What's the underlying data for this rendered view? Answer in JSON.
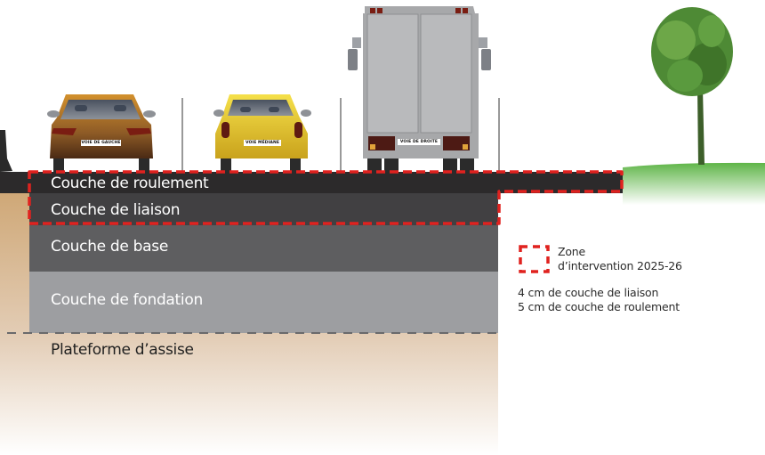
{
  "diagram": {
    "title": "Coupe transversale de chaussée",
    "vehicles": [
      {
        "name": "car-left",
        "plate": "VOIE DE GAUCHE",
        "color": "#8a5a22"
      },
      {
        "name": "car-middle",
        "plate": "VOIE MÉDIANE",
        "color": "#e6c428"
      },
      {
        "name": "truck-right",
        "plate": "VOIE DE DROITE",
        "color": "#a7a8aa"
      }
    ],
    "layers": [
      {
        "id": "roulement",
        "label": "Couche de roulement",
        "color": "#2c2a2b"
      },
      {
        "id": "liaison",
        "label": "Couche de liaison",
        "color": "#414042"
      },
      {
        "id": "base",
        "label": "Couche de base",
        "color": "#5e5e60"
      },
      {
        "id": "fondation",
        "label": "Couche de fondation",
        "color": "#9d9ea1"
      },
      {
        "id": "plateforme",
        "label": "Plateforme d’assise",
        "color": "#d7b999"
      }
    ],
    "highlight_color": "#e0221f",
    "legend": {
      "zone_line1": "Zone",
      "zone_line2": "d’intervention 2025-26",
      "detail_line1": "4 cm de couche de liaison",
      "detail_line2": "5 cm de couche de roulement"
    }
  }
}
